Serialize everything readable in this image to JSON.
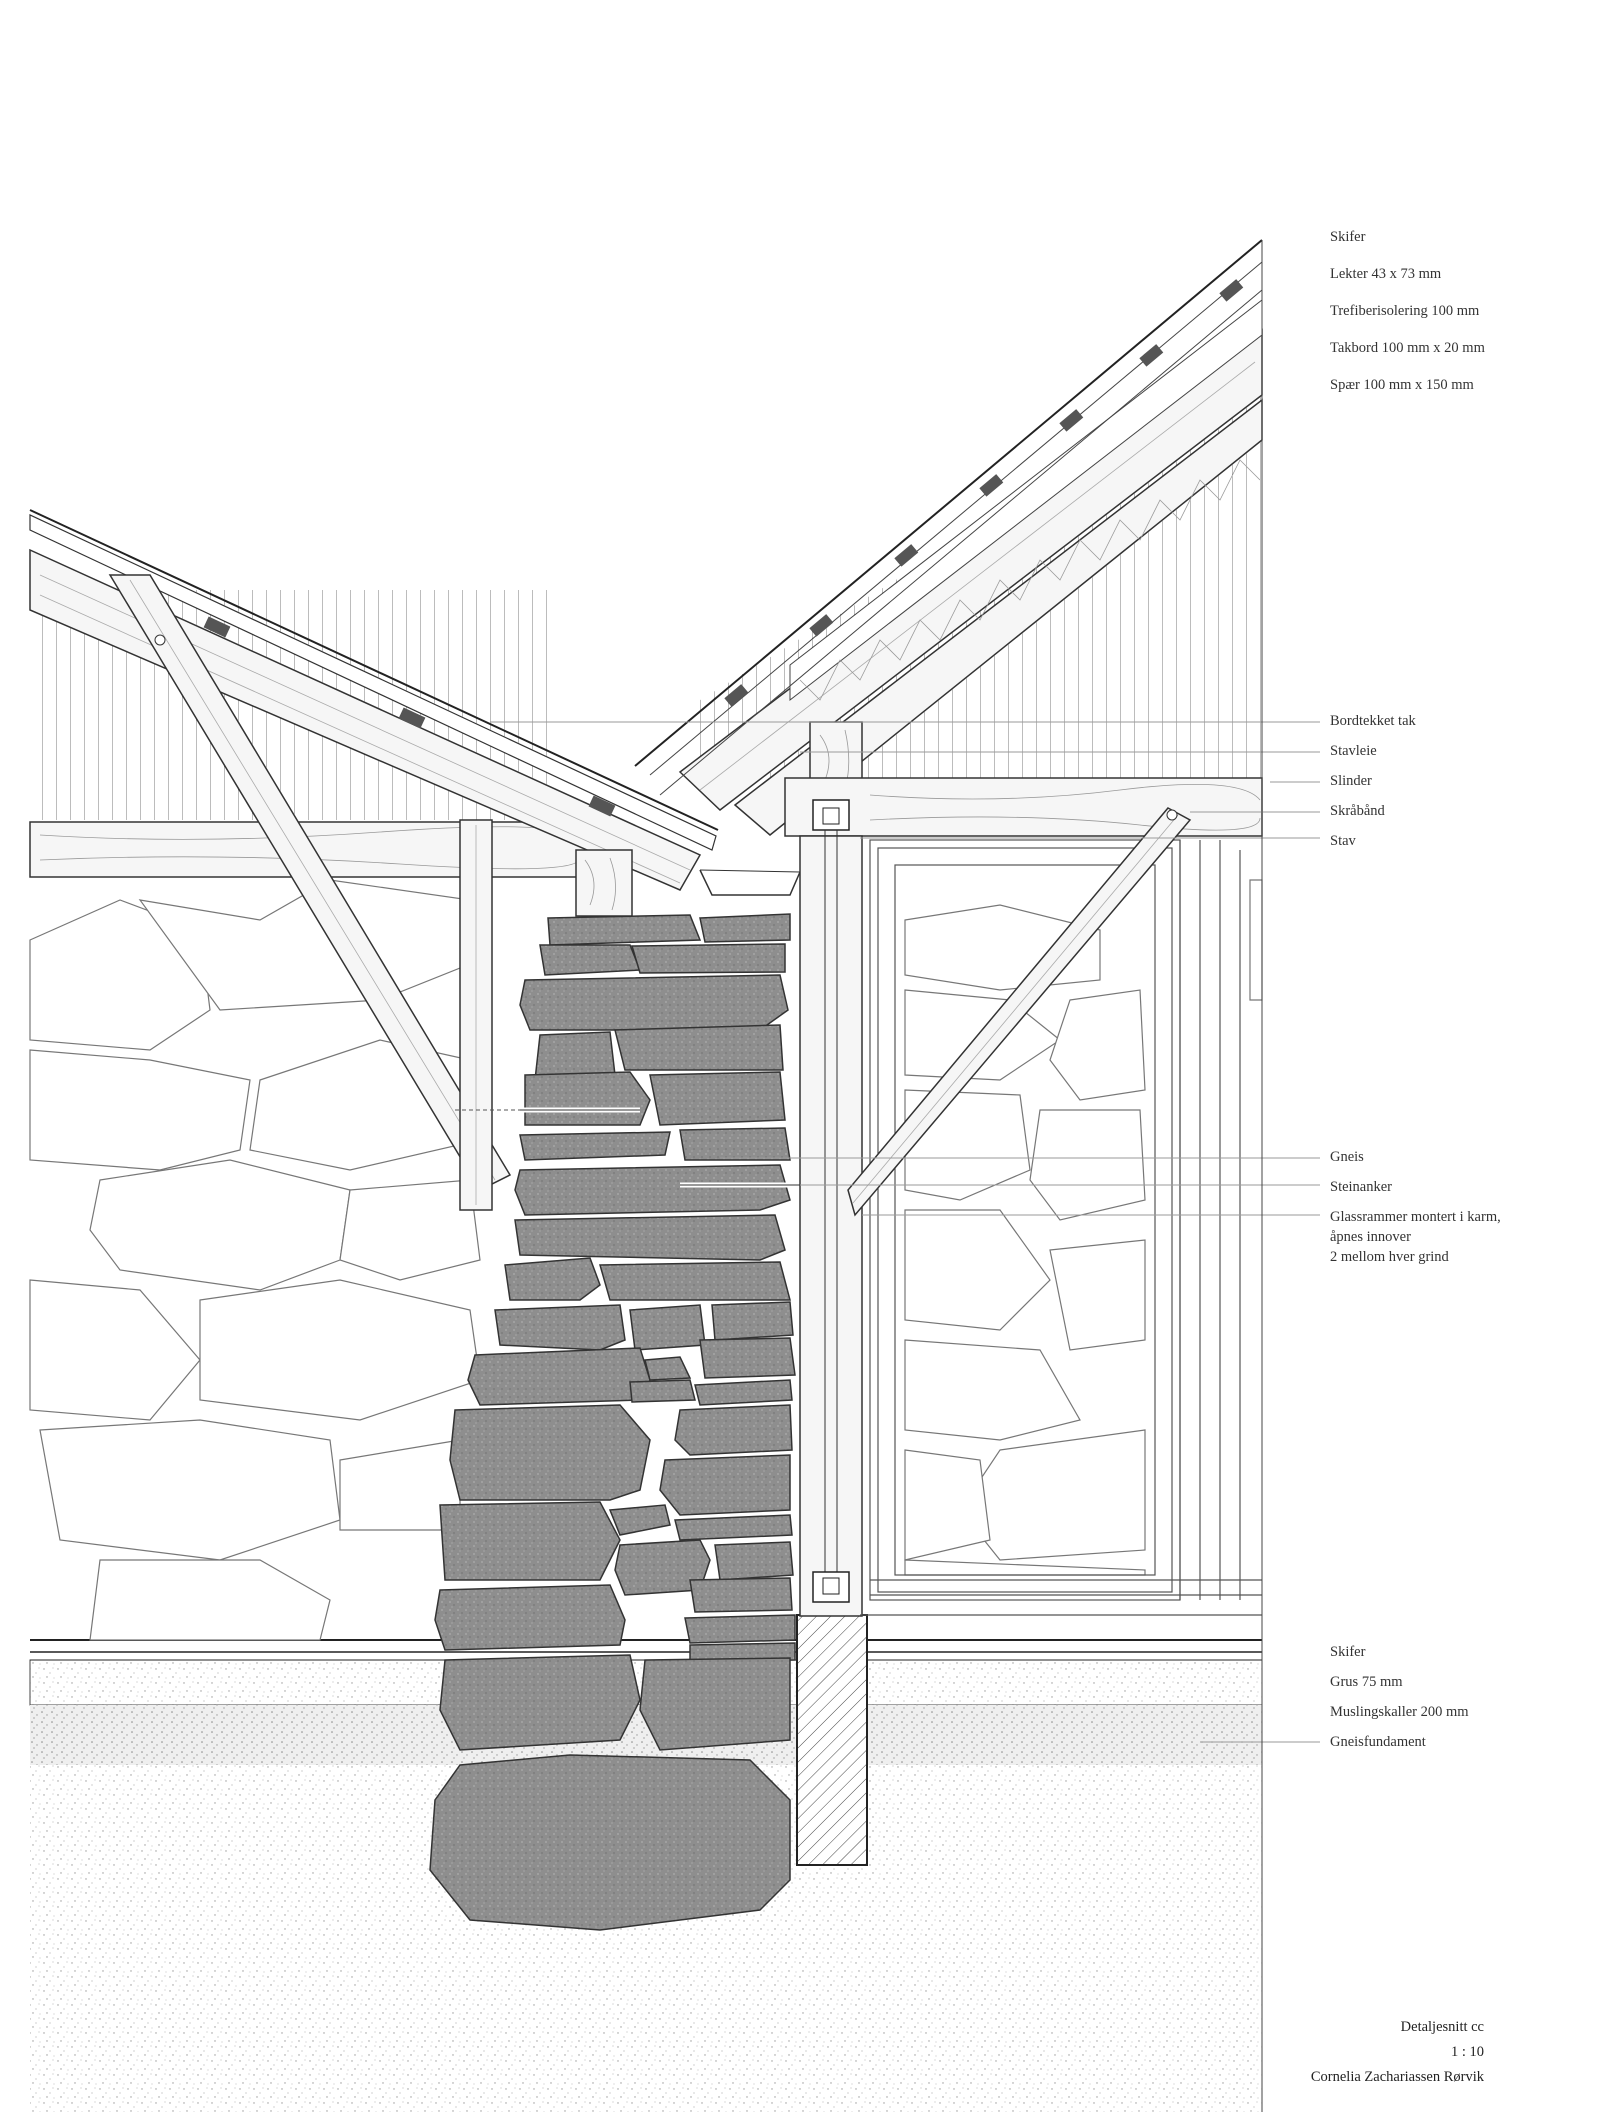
{
  "roof_labels": [
    "Skifer",
    "Lekter 43 x 73 mm",
    "Trefiberisolering 100 mm",
    "Takbord 100 mm x 20 mm",
    "Spær 100 mm x 150 mm"
  ],
  "frame_labels": [
    "Bordtekket tak",
    "Stavleie",
    "Slinder",
    "Skråbånd",
    "Stav"
  ],
  "wall_labels": {
    "gneis": "Gneis",
    "steinanker": "Steinanker",
    "glass_lines": [
      "Glassrammer montert i karm,",
      "åpnes innover",
      "2 mellom hver grind"
    ]
  },
  "ground_labels": [
    "Skifer",
    "Grus 75 mm",
    "Muslingskaller 200 mm",
    "Gneisfundament"
  ],
  "title_block": {
    "title": "Detaljesnitt cc",
    "scale": "1 : 10",
    "author": "Cornelia Zachariassen Rørvik"
  },
  "colors": {
    "ink": "#2a2a2a",
    "stone_fill": "#8f8f8f",
    "gravel_fill": "#ececec",
    "timber_fill": "#f6f6f6"
  }
}
